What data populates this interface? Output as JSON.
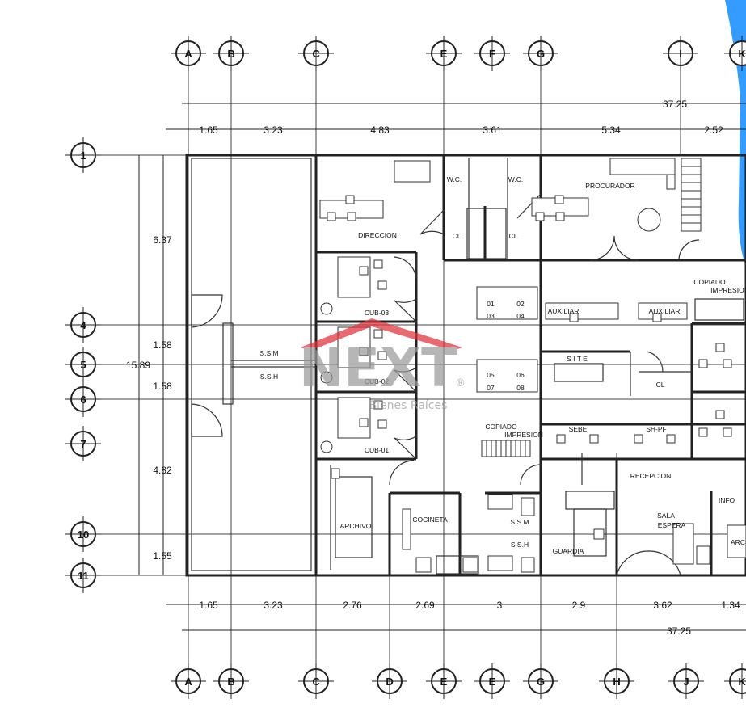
{
  "grid_top": [
    "A",
    "B",
    "C",
    "E",
    "F",
    "G",
    "I",
    "K"
  ],
  "grid_bottom": [
    "A",
    "B",
    "C",
    "D",
    "E",
    "E",
    "G",
    "H",
    "J",
    "K"
  ],
  "grid_left": [
    "1",
    "4",
    "5",
    "6",
    "7",
    "10",
    "11"
  ],
  "dims_top_total": "37.25",
  "dims_top": [
    "1.65",
    "3.23",
    "4.83",
    "3.61",
    "5.34",
    "2.52"
  ],
  "dims_left": [
    "6.37",
    "1.58",
    "15.89",
    "1.58",
    "4.82",
    "1.55"
  ],
  "dims_bottom": [
    "1.65",
    "3.23",
    "2.76",
    "2.69",
    "3",
    "2.9",
    "3.62",
    "1.34"
  ],
  "dims_bottom_total": "37.25",
  "rooms": {
    "wc1": "W.C.",
    "wc2": "W.C.",
    "cl1": "CL",
    "cl2": "CL",
    "cl3": "CL",
    "direccion": "DIRECCION",
    "procurador": "PROCURADOR",
    "cub03": "CUB-03",
    "cub02": "CUB-02",
    "cub01": "CUB-01",
    "ssm1": "S.S.M",
    "ssh1": "S.S.H",
    "ws01": "01",
    "ws02": "02",
    "ws03": "03",
    "ws04": "04",
    "ws05": "05",
    "ws06": "06",
    "ws07": "07",
    "ws08": "08",
    "auxiliar1": "AUXILIAR",
    "auxiliar2": "AUXILIAR",
    "copiado1": "COPIADO",
    "impresion1": "IMPRESION",
    "site": "S I T E",
    "copiado2": "COPIADO",
    "impresion2": "IMPRESION",
    "sebe": "SEBE",
    "shpf": "SH-PF",
    "recepcion": "RECEPCION",
    "archivo": "ARCHIVO",
    "cocineta": "COCINETA",
    "ssm2": "S.S.M",
    "ssh2": "S.S.H",
    "guardia": "GUARDIA",
    "sala": "SALA",
    "espera": "ESPERA",
    "info": "INFO",
    "arc": "ARC"
  },
  "watermark": {
    "brand": "NEXT",
    "registered": "®",
    "tagline": "Bienes Raíces"
  },
  "colors": {
    "line": "#222222",
    "accent_red": "#e0303a",
    "watermark_gray": "#9a9a9a",
    "blue": "#1e90ff"
  }
}
